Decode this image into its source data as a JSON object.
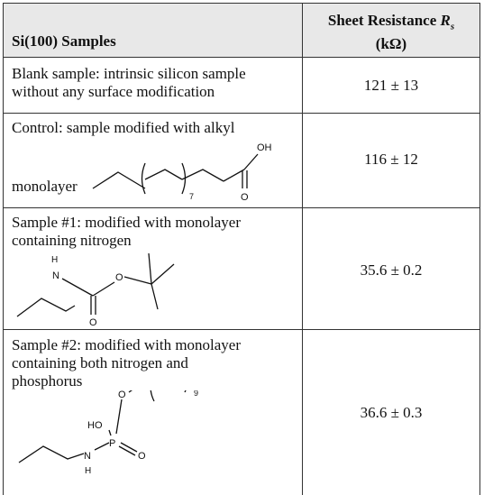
{
  "header": {
    "col1": "Si(100) Samples",
    "col2_line1": "Sheet Resistance",
    "col2_symbol": "R",
    "col2_subscript": "s",
    "col2_line2": "(kΩ)"
  },
  "rows": [
    {
      "label_line1": "Blank sample: intrinsic silicon sample",
      "label_line2": "without any surface modification",
      "value": "121 ± 13"
    },
    {
      "label_line1": "Control: sample modified with alkyl",
      "label_line2": "monolayer",
      "value": "116 ± 12",
      "chem": {
        "atom_oh": "OH",
        "atom_o": "O",
        "repeat": "7"
      }
    },
    {
      "label_line1": "Sample #1: modified with monolayer",
      "label_line2": "containing nitrogen",
      "value": "35.6 ± 0.2",
      "chem": {
        "atom_h": "H",
        "atom_n": "N",
        "atom_o1": "O",
        "atom_o2": "O"
      }
    },
    {
      "label_line1": "Sample #2: modified with monolayer",
      "label_line2": "containing both nitrogen and",
      "label_line3": "phosphorus",
      "value": "36.6 ± 0.3",
      "chem": {
        "atom_ho": "HO",
        "atom_p": "P",
        "atom_o1": "O",
        "atom_o2": "O",
        "atom_n": "N",
        "atom_h": "H",
        "repeat": "9"
      }
    }
  ]
}
